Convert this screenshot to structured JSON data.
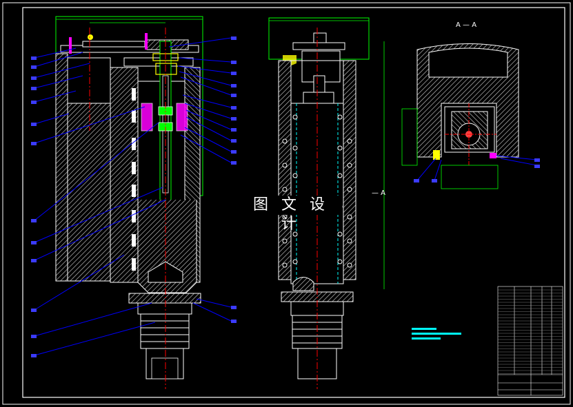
{
  "drawing": {
    "watermark": "图 文 设 计",
    "section_label": "A — A",
    "section_marker": "— A"
  },
  "colors": {
    "background": "#000000",
    "frame": "#ffffff",
    "dimension": "#00ff00",
    "center_line": "#ff0000",
    "leader": "#0000ff",
    "part_yellow": "#ffff00",
    "part_magenta": "#ff00ff",
    "hidden_line": "#00ffff",
    "note_cyan": "#00ffff"
  }
}
